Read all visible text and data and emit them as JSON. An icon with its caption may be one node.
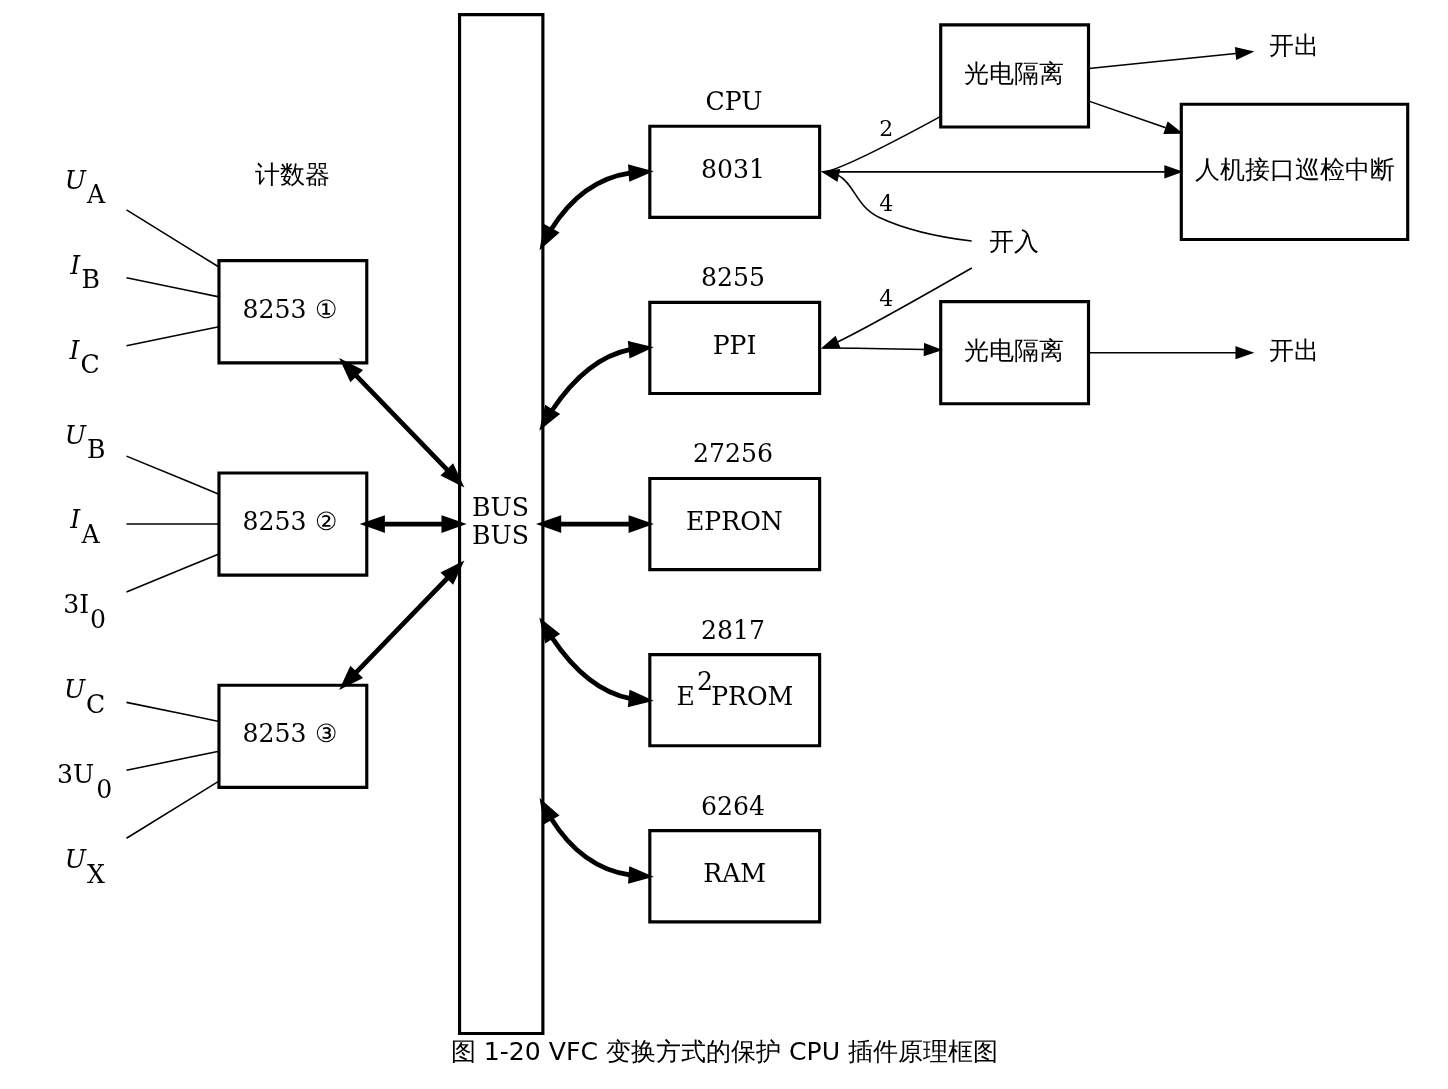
{
  "diagram": {
    "caption": "图 1-20 VFC 变换方式的保护 CPU 插件原理框图",
    "nodes": [
      {
        "text": [
          "BUS",
          "BUS"
        ]
      },
      {
        "text": [
          "8031"
        ],
        "beside": [
          "CPU"
        ]
      },
      {
        "text": [
          "PPI"
        ],
        "beside": [
          "8255"
        ]
      },
      {
        "text": [
          "EPRON"
        ],
        "beside": [
          "27256"
        ]
      },
      {
        "text": [
          "E$^{2}$PROM"
        ],
        "beside": [
          "2817"
        ]
      },
      {
        "text": [
          "RAM"
        ],
        "beside": [
          "6264"
        ]
      },
      {
        "text": [
          "8253 ①"
        ]
      },
      {
        "text": [
          "8253 ②"
        ]
      },
      {
        "text": [
          "8253 ③"
        ]
      },
      {
        "text": [
          "光电隔离"
        ]
      },
      {
        "text": [
          "人机接口巡检中断"
        ]
      },
      {
        "text": [
          "光电隔离"
        ]
      },
      {
        "text": [
          "开出"
        ]
      },
      {
        "text": [
          "开入"
        ]
      },
      {
        "text": [
          "开出"
        ]
      },
      {
        "text": [
          "*U*$_{A}$"
        ]
      },
      {
        "text": [
          "*I*$_{B}$"
        ]
      },
      {
        "text": [
          "*I*$_{C}$"
        ]
      },
      {
        "text": [
          "*U*$_{B}$"
        ]
      },
      {
        "text": [
          "*I*$_{A}$"
        ]
      },
      {
        "text": [
          "3I$_{0}$"
        ]
      },
      {
        "text": [
          "*U*$_{C}$"
        ]
      },
      {
        "text": [
          "3U$_{0}$"
        ]
      },
      {
        "text": [
          "*U*$_{X}$"
        ]
      }
    ],
    "edges": [
      {
        "from": 0,
        "to": 1,
        "arrow": "both",
        "style": "thick"
      },
      {
        "from": 0,
        "to": 2,
        "arrow": "both",
        "style": "thick"
      },
      {
        "from": 0,
        "to": 3,
        "arrow": "both",
        "style": "thick"
      },
      {
        "from": 0,
        "to": 4,
        "arrow": "both",
        "style": "thick"
      },
      {
        "from": 0,
        "to": 5,
        "arrow": "both",
        "style": "thick"
      },
      {
        "from": 6,
        "to": 0,
        "arrow": "both",
        "style": "thick"
      },
      {
        "from": 7,
        "to": 0,
        "arrow": "both",
        "style": "thick"
      },
      {
        "from": 8,
        "to": 0,
        "arrow": "both",
        "style": "thick"
      },
      {
        "from": 1,
        "to": 10,
        "arrow": "to"
      },
      {
        "from": 1,
        "to": 9,
        "arrow": "none",
        "label": "2"
      },
      {
        "from": 9,
        "to": 10,
        "arrow": "to"
      },
      {
        "from": 9,
        "to": 12,
        "arrow": "to"
      },
      {
        "from": 13,
        "to": 1,
        "arrow": "to",
        "label": "4"
      },
      {
        "from": 13,
        "to": 2,
        "arrow": "to",
        "label": "4"
      },
      {
        "from": 2,
        "to": 11,
        "arrow": "to"
      },
      {
        "from": 11,
        "to": 14,
        "arrow": "to"
      },
      {
        "from": 15,
        "to": 6,
        "arrow": "none"
      },
      {
        "from": 16,
        "to": 6,
        "arrow": "none"
      },
      {
        "from": 17,
        "to": 6,
        "arrow": "none"
      },
      {
        "from": 18,
        "to": 7,
        "arrow": "none"
      },
      {
        "from": 19,
        "to": 7,
        "arrow": "none"
      },
      {
        "from": 20,
        "to": 7,
        "arrow": "none"
      },
      {
        "from": 21,
        "to": 8,
        "arrow": "none"
      },
      {
        "from": 22,
        "to": 8,
        "arrow": "none"
      },
      {
        "from": 23,
        "to": 8,
        "arrow": "none"
      }
    ],
    "labels": [
      "计数器"
    ]
  }
}
